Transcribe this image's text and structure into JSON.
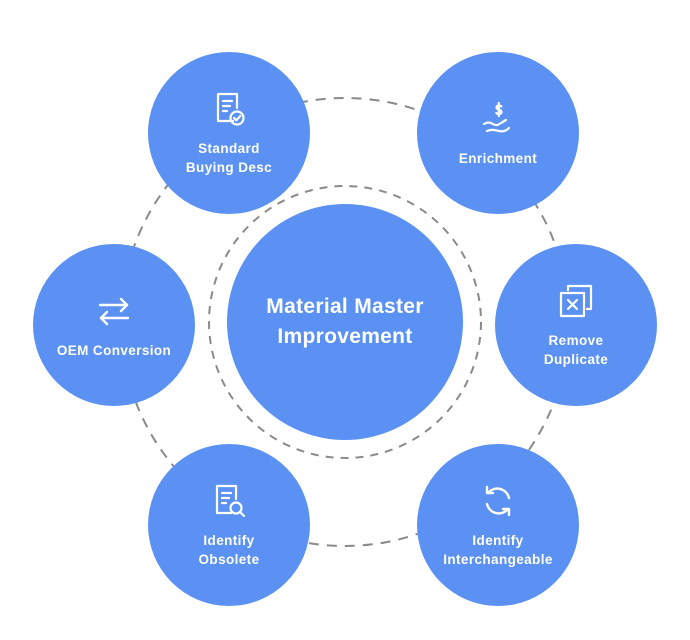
{
  "center": {
    "label": "Material Master\nImprovement"
  },
  "nodes": [
    {
      "id": "standard-buying-desc",
      "label": "Standard\nBuying Desc",
      "icon": "document-check-icon"
    },
    {
      "id": "enrichment",
      "label": "Enrichment",
      "icon": "dollar-hand-icon"
    },
    {
      "id": "remove-duplicate",
      "label": "Remove\nDuplicate",
      "icon": "duplicate-remove-icon"
    },
    {
      "id": "identify-interchangeable",
      "label": "Identify\nInterchangeable",
      "icon": "sync-arrows-icon"
    },
    {
      "id": "identify-obsolete",
      "label": "Identify\nObsolete",
      "icon": "document-search-icon"
    },
    {
      "id": "oem-conversion",
      "label": "OEM Conversion",
      "icon": "swap-arrows-icon"
    }
  ],
  "colors": {
    "node": "#5b91f3",
    "dash": "#8a8a8a",
    "icon": "#ffffff"
  }
}
